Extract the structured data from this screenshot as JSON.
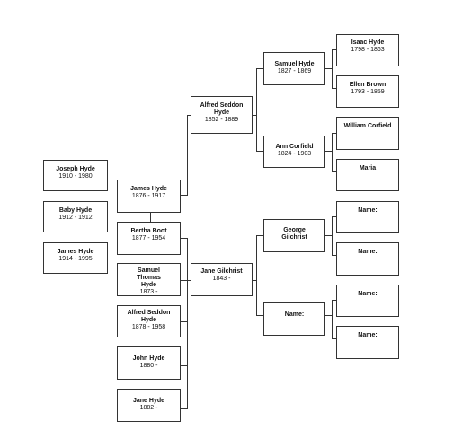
{
  "children": [
    {
      "name": "Joseph Hyde",
      "dates": "1910 - 1980"
    },
    {
      "name": "Baby Hyde",
      "dates": "1912 - 1912"
    },
    {
      "name": "James Hyde",
      "dates": "1914 - 1995"
    }
  ],
  "parents": {
    "father": {
      "name": "James Hyde",
      "dates": "1876 - 1917"
    },
    "mother": {
      "name": "Bertha Boot",
      "dates": "1877 - 1954"
    }
  },
  "siblings": [
    {
      "name": "Samuel Thomas Hyde",
      "dates": "1873 -"
    },
    {
      "name": "Alfred Seddon Hyde",
      "dates": "1878 - 1958"
    },
    {
      "name": "John Hyde",
      "dates": "1880 -"
    },
    {
      "name": "Jane Hyde",
      "dates": "1882 -"
    }
  ],
  "grandparents": {
    "grandfather": {
      "name": "Alfred Seddon Hyde",
      "dates": "1852 - 1889"
    },
    "grandmother": {
      "name": "Jane Gilchrist",
      "dates": "1843 -"
    }
  },
  "great_grandparents": {
    "paternal_father": {
      "name": "Samuel Hyde",
      "dates": "1827 - 1869"
    },
    "paternal_mother": {
      "name": "Ann Corfield",
      "dates": "1824 - 1903"
    },
    "maternal_father": {
      "name": "George Gilchrist",
      "dates": ""
    },
    "maternal_mother": {
      "name": "Name:",
      "dates": ""
    }
  },
  "great_great_grandparents": [
    {
      "name": "Isaac Hyde",
      "dates": "1798 - 1863"
    },
    {
      "name": "Ellen Brown",
      "dates": "1793 - 1859"
    },
    {
      "name": "William Corfield",
      "dates": ""
    },
    {
      "name": "Maria",
      "dates": ""
    },
    {
      "name": "Name:",
      "dates": ""
    },
    {
      "name": "Name:",
      "dates": ""
    },
    {
      "name": "Name:",
      "dates": ""
    },
    {
      "name": "Name:",
      "dates": ""
    }
  ]
}
